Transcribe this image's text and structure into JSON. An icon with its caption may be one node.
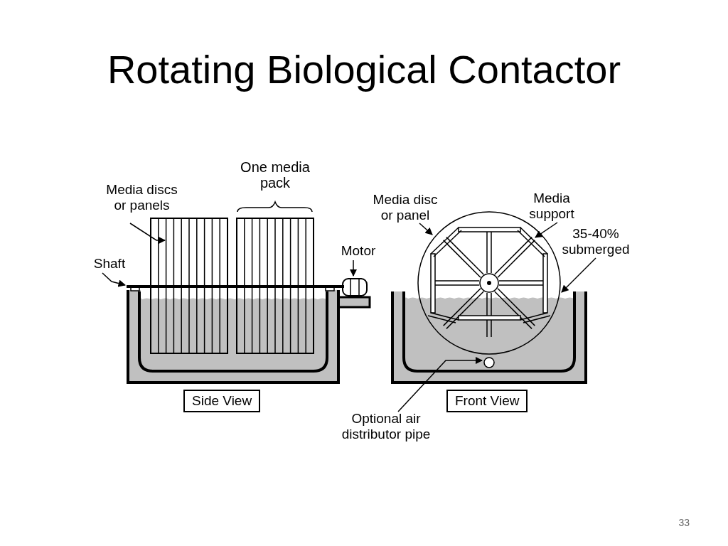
{
  "diagram": {
    "title": "Rotating Biological Contactor",
    "nodes": [
      {
        "text": [
          "Media discs or panels"
        ]
      },
      {
        "text": [
          "Shaft"
        ]
      },
      {
        "text": [
          "Motor"
        ]
      },
      {
        "text": [
          "Media disc or panel"
        ]
      },
      {
        "text": [
          "Media support"
        ]
      },
      {
        "text": [
          "35-40% submerged"
        ]
      },
      {
        "text": [
          "Side View"
        ]
      },
      {
        "text": [
          "Front View"
        ]
      },
      {
        "text": [
          "Optional air distributor pipe"
        ]
      },
      {
        "text": [],
        "shape": "bar"
      }
    ],
    "edges": [
      {
        "from": 0,
        "to": null,
        "arrow": "to"
      },
      {
        "from": 1,
        "to": 9,
        "arrow": "to"
      },
      {
        "from": 2,
        "to": null,
        "arrow": "to"
      },
      {
        "from": 3,
        "to": null,
        "arrow": "to"
      },
      {
        "from": 4,
        "to": null,
        "arrow": "to"
      },
      {
        "from": 5,
        "to": null,
        "arrow": "to"
      },
      {
        "from": 8,
        "to": null,
        "arrow": "to"
      }
    ],
    "labels": [
      "One media pack",
      "33"
    ]
  }
}
